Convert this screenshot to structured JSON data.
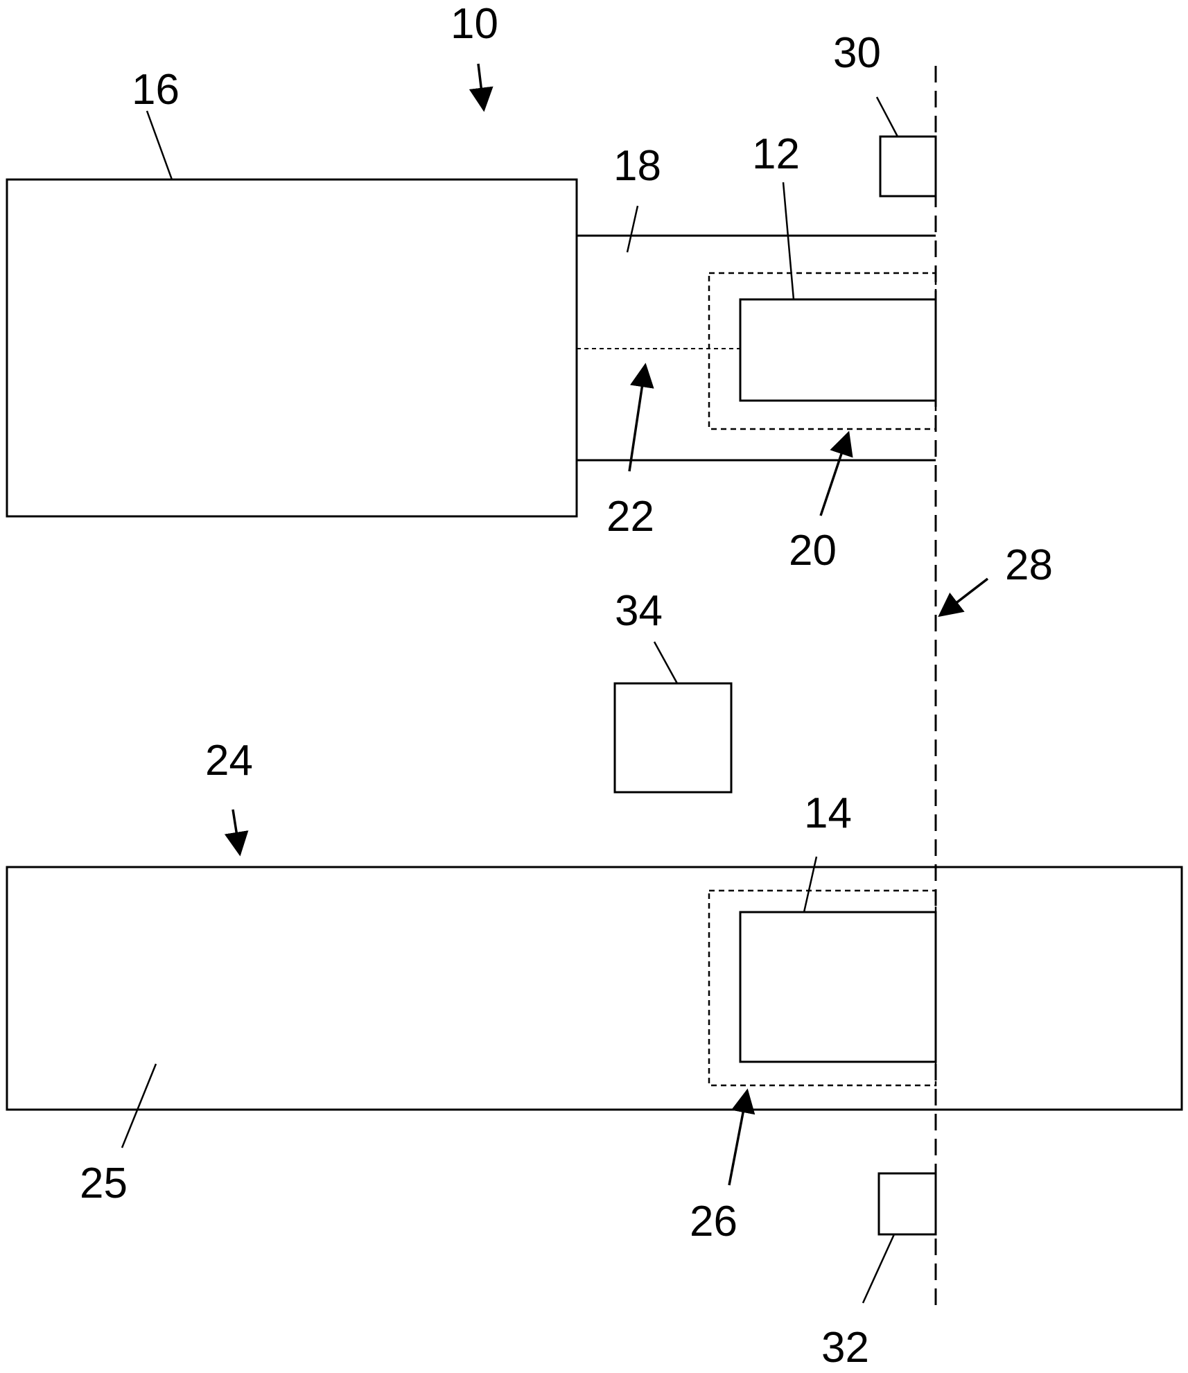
{
  "figure": {
    "reference_numerals": {
      "device_10": "10",
      "component_12": "12",
      "component_14": "14",
      "block_16": "16",
      "arm_18": "18",
      "zone_20": "20",
      "path_22": "22",
      "assembly_24": "24",
      "body_25": "25",
      "zone_26": "26",
      "axis_28": "28",
      "sensor_30": "30",
      "sensor_32": "32",
      "unit_34": "34"
    },
    "colors": {
      "line": "#000000",
      "background": "#ffffff"
    }
  }
}
